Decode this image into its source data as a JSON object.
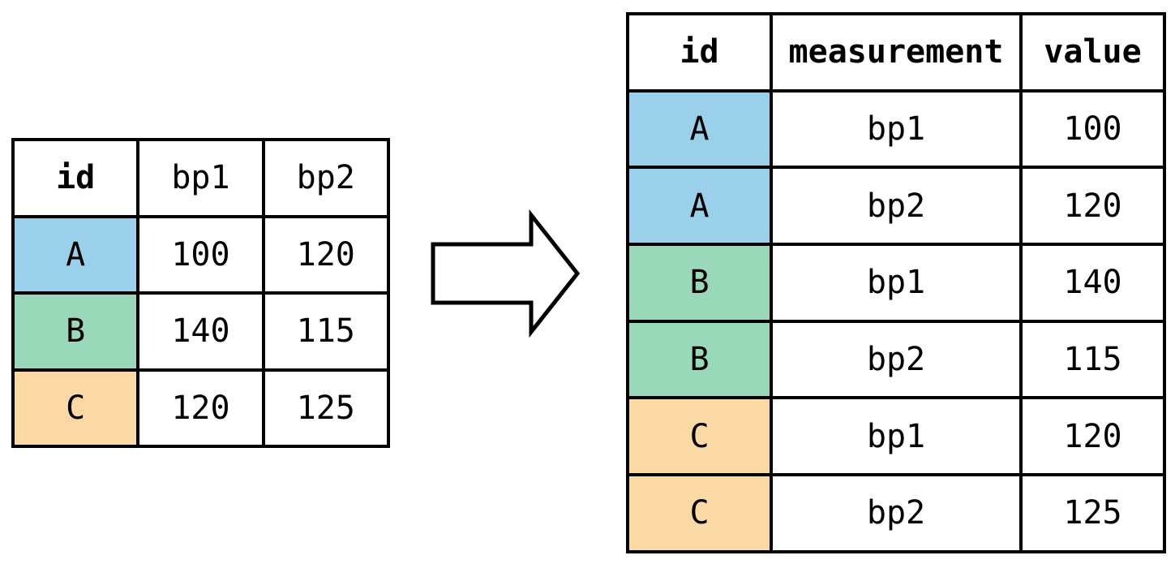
{
  "page": {
    "background": "#ffffff",
    "description": "Diagram of reshaping a wide-format table into a long-format table"
  },
  "colors": {
    "id_a": "#9ad0ea",
    "id_b": "#99d8b8",
    "id_c": "#fbd9a5",
    "border": "#000000",
    "text": "#000000",
    "arrow_fill": "#ffffff"
  },
  "arrow": {
    "icon": "right-block-arrow"
  },
  "wide_table": {
    "headers": {
      "id": "id",
      "bp1": "bp1",
      "bp2": "bp2"
    },
    "rows": [
      {
        "id": "A",
        "bp1": "100",
        "bp2": "120"
      },
      {
        "id": "B",
        "bp1": "140",
        "bp2": "115"
      },
      {
        "id": "C",
        "bp1": "120",
        "bp2": "125"
      }
    ]
  },
  "long_table": {
    "headers": {
      "id": "id",
      "measurement": "measurement",
      "value": "value"
    },
    "rows": [
      {
        "id": "A",
        "measurement": "bp1",
        "value": "100"
      },
      {
        "id": "A",
        "measurement": "bp2",
        "value": "120"
      },
      {
        "id": "B",
        "measurement": "bp1",
        "value": "140"
      },
      {
        "id": "B",
        "measurement": "bp2",
        "value": "115"
      },
      {
        "id": "C",
        "measurement": "bp1",
        "value": "120"
      },
      {
        "id": "C",
        "measurement": "bp2",
        "value": "125"
      }
    ]
  }
}
